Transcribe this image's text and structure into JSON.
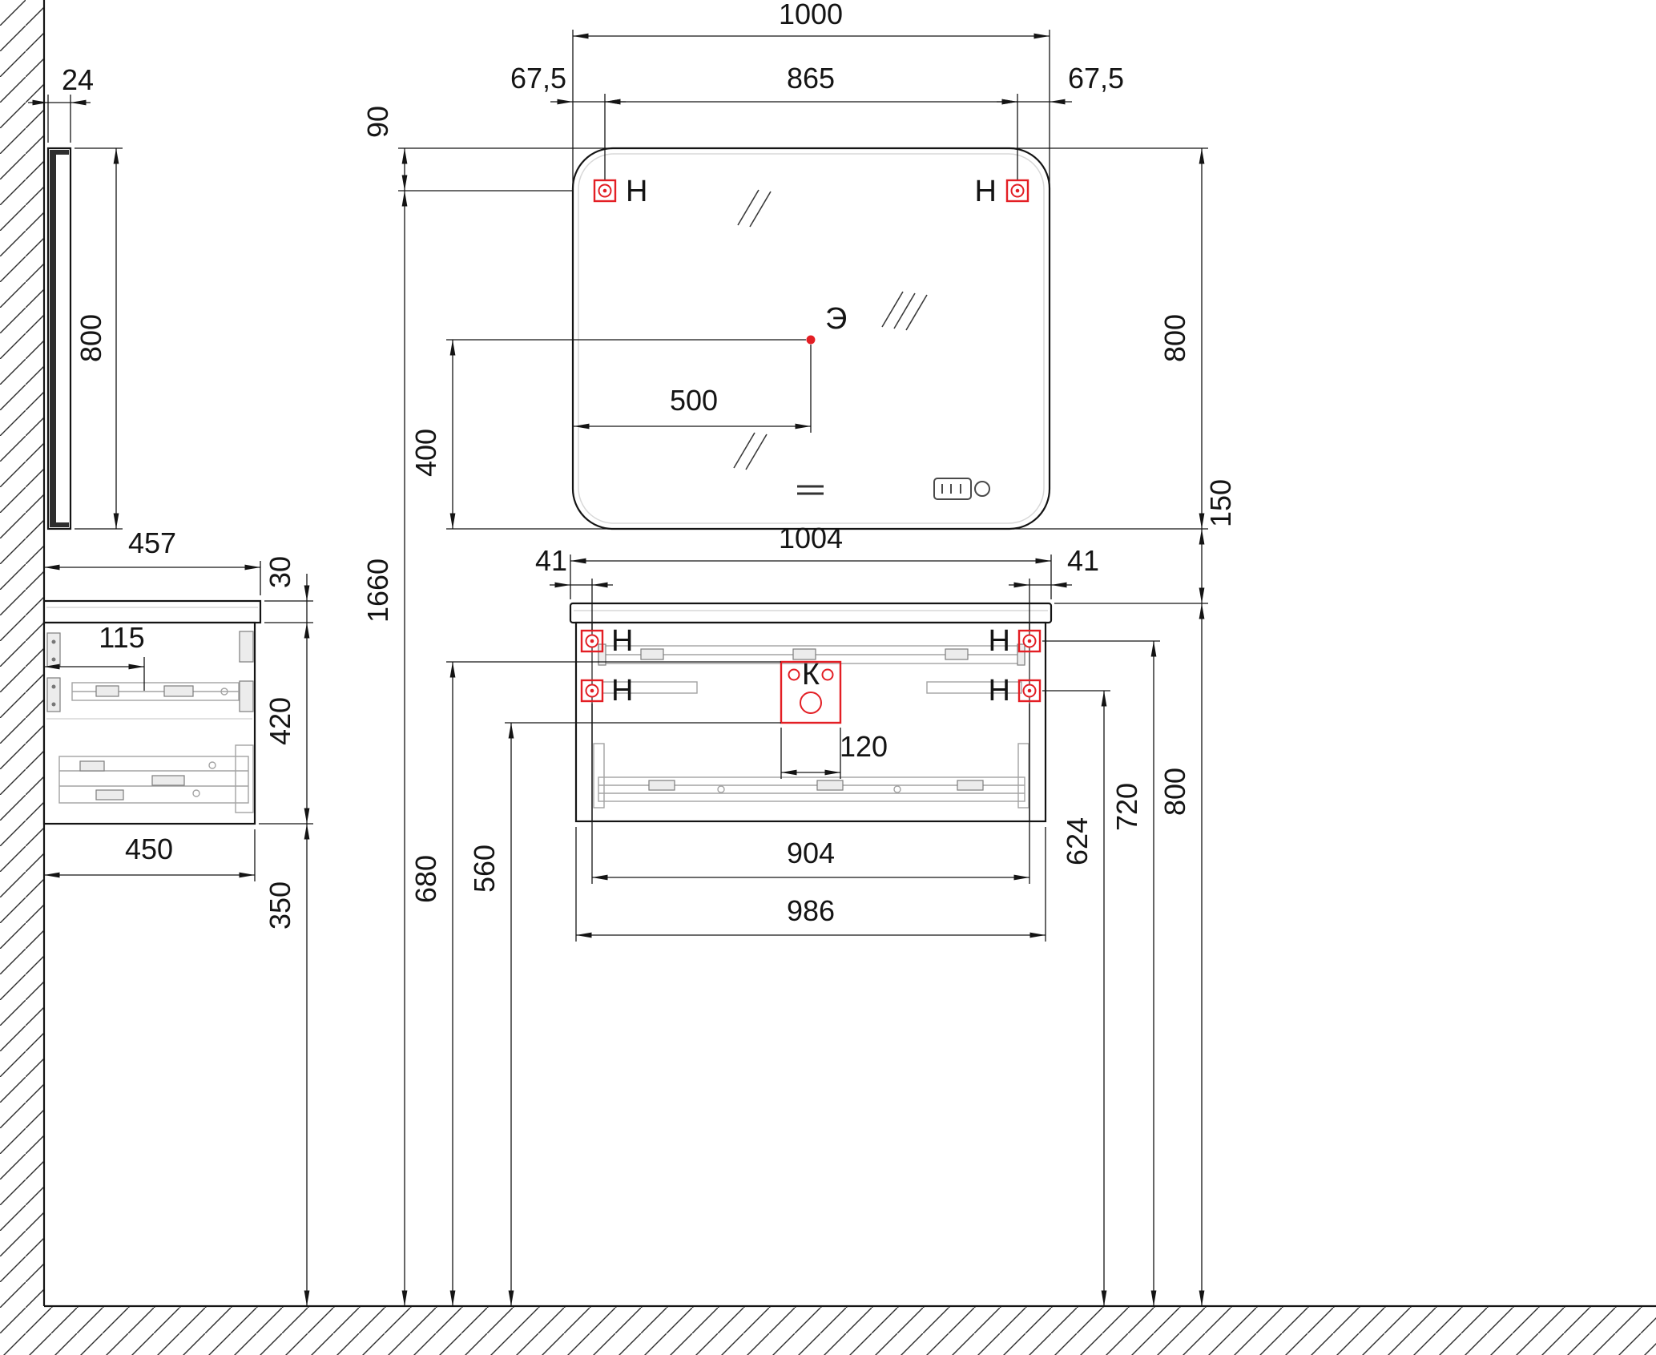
{
  "colors": {
    "accent_red": "#e31e24",
    "line_dark": "#141414"
  },
  "point_labels": {
    "mount": "Н",
    "power": "Э",
    "drain": "К"
  },
  "side_view": {
    "mirror_thickness": "24",
    "mirror_height": "800",
    "top_depth": "457",
    "top_thickness": "30",
    "body_height": "420",
    "bracket_inset": "115",
    "body_depth": "450",
    "floor_clearance": "350"
  },
  "mirror": {
    "width": "1000",
    "mount_inset_left": "67,5",
    "mount_spacing": "865",
    "mount_inset_right": "67,5",
    "mount_drop": "90",
    "height": "800",
    "power_offset_x": "500",
    "power_offset_y": "400",
    "gap_below": "150",
    "mounts_floor_height": "1660"
  },
  "cabinet": {
    "top_width": "1004",
    "mount_inset_left": "41",
    "mount_inset_right": "41",
    "mount_spacing": "904",
    "body_width": "986",
    "drain_box_width": "120",
    "drain_box_top_height": "680",
    "drain_box_bottom_height": "560",
    "mount_lower_height": "624",
    "mount_upper_height": "720",
    "top_height": "800"
  },
  "icons": {
    "wall": "wall-hatch-icon",
    "floor": "floor-hatch-icon",
    "shine": "mirror-shine-icon",
    "switch": "touch-switch-icon",
    "clock": "clock-display-icon",
    "mount": "mount-hole-icon",
    "drain": "drain-box-icon",
    "power": "power-point-icon"
  }
}
